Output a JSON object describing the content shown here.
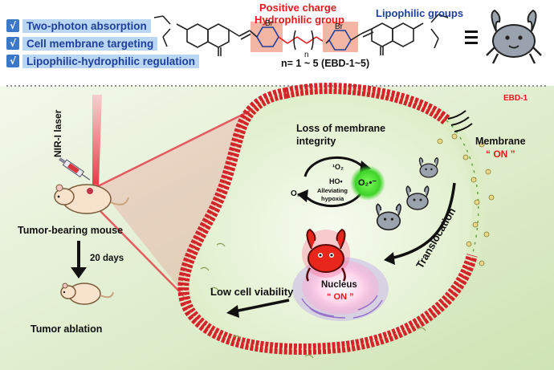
{
  "features": [
    {
      "check": "√",
      "label": "Two-photon absorption"
    },
    {
      "check": "√",
      "label": "Cell membrane targeting"
    },
    {
      "check": "√",
      "label": "Lipophilic-hydrophilic regulation"
    }
  ],
  "structure": {
    "positive_charge": "Positive charge",
    "hydrophilic_group": "Hydrophilic group",
    "lipophilic_groups": "Lipophilic groups",
    "n_range": "n= 1 ~ 5 (EBD-1~5)",
    "bromide": "Br",
    "bromide_charge": "−",
    "subscript_n": "n",
    "equivalent_sign": "≡"
  },
  "laser": {
    "label": "NIR-I laser"
  },
  "mouse": {
    "tumor_bearing": "Tumor-bearing mouse",
    "days": "20 days",
    "ablation": "Tumor ablation"
  },
  "cell": {
    "loss_line1": "Loss of membrane",
    "loss_line2": "integrity",
    "singlet_oxygen": "¹O₂",
    "hydroxyl": "HO•",
    "oxygen": "O₂",
    "superoxide": "O₂•⁻",
    "alleviating_line1": "Alleviating",
    "alleviating_line2": "hypoxia",
    "translocation": "Translocation",
    "low_viability": "Low cell viability",
    "nucleus": "Nucleus",
    "nucleus_on": "“ ON ”"
  },
  "membrane": {
    "probe": "EBD-1",
    "label": "Membrane",
    "on": "“ ON ”"
  },
  "colors": {
    "blue_text": "#1f3f9b",
    "red_text": "#e8191c",
    "membrane_red": "#d2242a",
    "background_green": "#d8ebc2",
    "laser_red": "#e84a54"
  }
}
